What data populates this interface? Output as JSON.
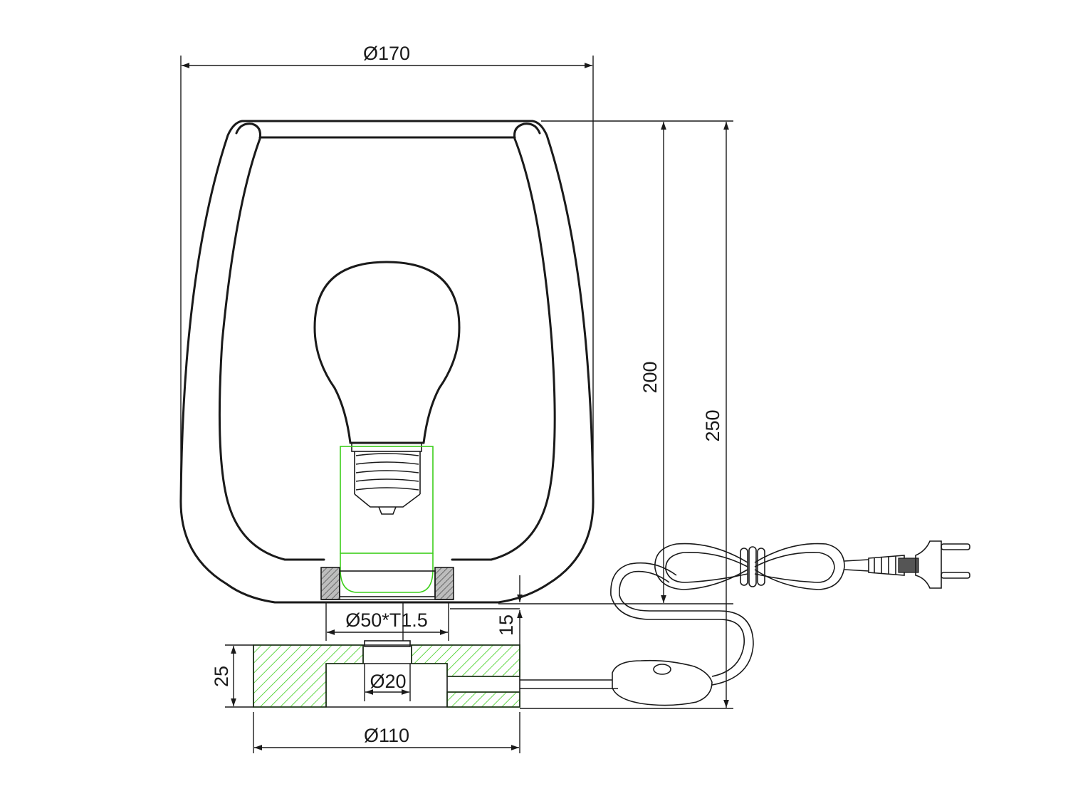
{
  "dimensions": {
    "top_width": "Ø170",
    "inner_height": "200",
    "total_height": "250",
    "socket_ring": "Ø50*T1.5",
    "ring_height": "15",
    "base_height": "25",
    "hole_diameter": "Ø20",
    "base_width": "Ø110"
  },
  "colors": {
    "line": "#1a1a1a",
    "hatch": "#3ccf1a"
  }
}
